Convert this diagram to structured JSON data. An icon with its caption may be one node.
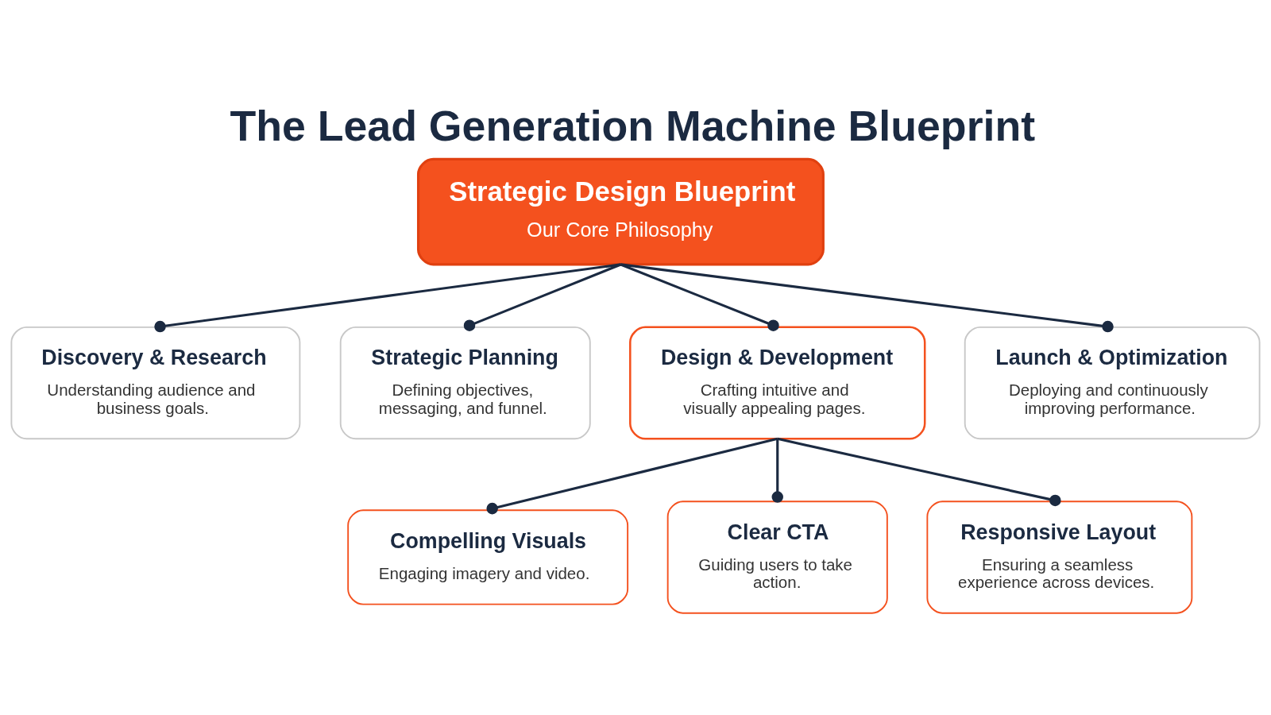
{
  "diagram": {
    "title": "The Lead Generation Machine Blueprint",
    "nodes": [
      {
        "text": [
          "Strategic Design Blueprint",
          "Our Core Philosophy"
        ]
      },
      {
        "text": [
          "Discovery & Research",
          "Understanding audience and business goals."
        ]
      },
      {
        "text": [
          "Strategic Planning",
          "Defining objectives, messaging, and funnel."
        ]
      },
      {
        "text": [
          "Design & Development",
          "Crafting intuitive and visually appealing pages."
        ]
      },
      {
        "text": [
          "Launch & Optimization",
          "Deploying and continuously improving performance."
        ]
      },
      {
        "text": [
          "Compelling Visuals",
          "Engaging imagery and video."
        ]
      },
      {
        "text": [
          "Clear CTA",
          "Guiding users to take action."
        ]
      },
      {
        "text": [
          "Responsive Layout",
          "Ensuring a seamless experience across devices."
        ]
      }
    ],
    "edges": [
      {
        "from": 0,
        "to": 1,
        "arrow": "other"
      },
      {
        "from": 0,
        "to": 2,
        "arrow": "other"
      },
      {
        "from": 0,
        "to": 3,
        "arrow": "other"
      },
      {
        "from": 0,
        "to": 4,
        "arrow": "other"
      },
      {
        "from": 3,
        "to": 5,
        "arrow": "other"
      },
      {
        "from": 3,
        "to": 6,
        "arrow": "other"
      },
      {
        "from": 3,
        "to": 7,
        "arrow": "other"
      }
    ]
  }
}
